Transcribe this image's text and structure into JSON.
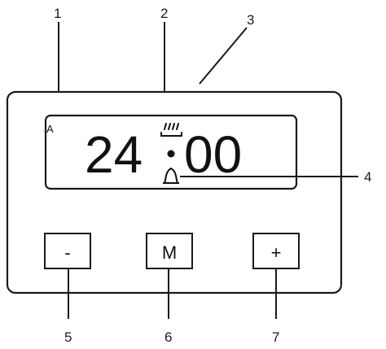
{
  "display": {
    "indicator_letter": "A",
    "hours": "24",
    "minutes": "00",
    "icons": [
      "oven-heat-icon",
      "dot-icon",
      "bell-icon"
    ]
  },
  "buttons": {
    "minus_label": "-",
    "mode_label": "M",
    "plus_label": "+"
  },
  "callouts": [
    "1",
    "2",
    "3",
    "4",
    "5",
    "6",
    "7"
  ],
  "colors": {
    "line": "#1a1a1a",
    "background": "#ffffff"
  }
}
